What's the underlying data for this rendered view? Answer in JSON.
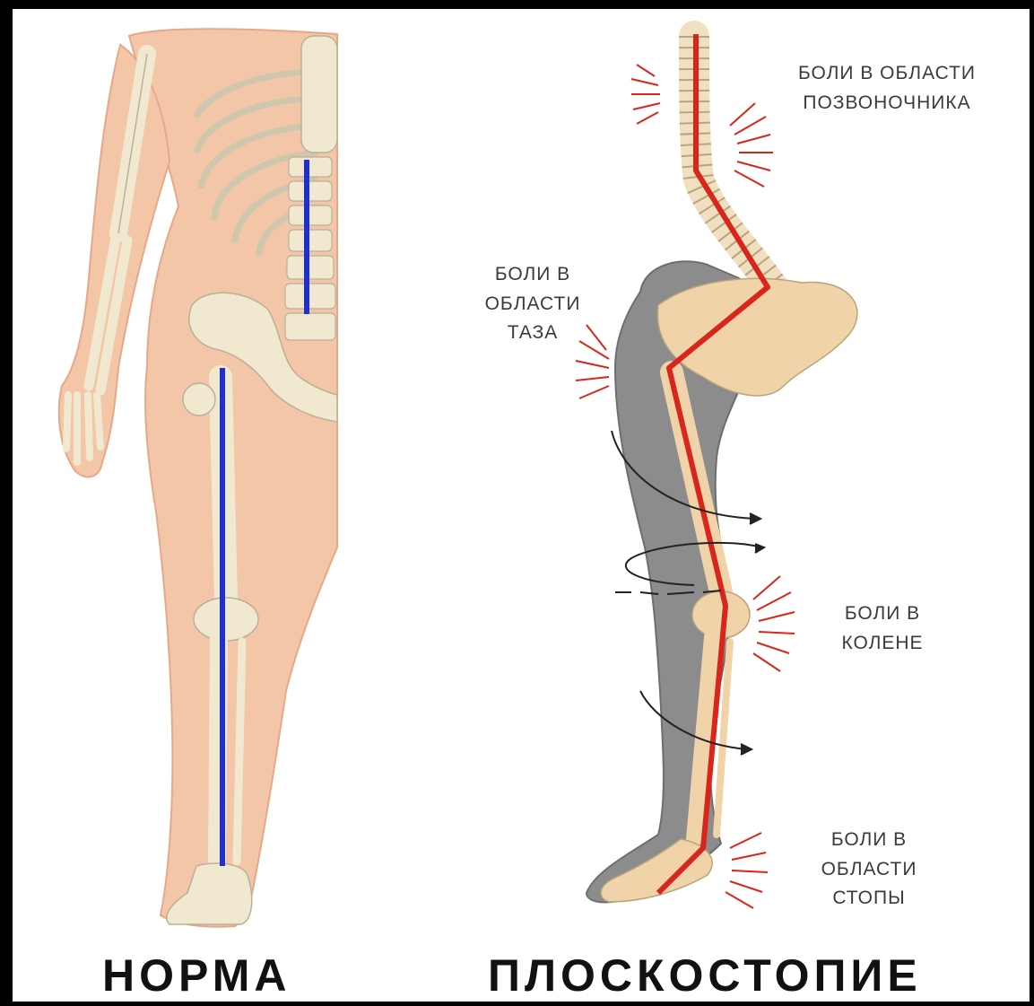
{
  "labels": {
    "spine": [
      "БОЛИ В ОБЛАСТИ",
      "ПОЗВОНОЧНИКА"
    ],
    "pelvis": [
      "БОЛИ В",
      "ОБЛАСТИ",
      "ТАЗА"
    ],
    "knee": [
      "БОЛИ В",
      "КОЛЕНЕ"
    ],
    "foot": [
      "БОЛИ В",
      "ОБЛАСТИ",
      "СТОПЫ"
    ]
  },
  "captions": {
    "normal": "НОРМА",
    "flatfoot": "ПЛОСКОСТОПИЕ"
  },
  "colors": {
    "normal_axis": "#1f2fd6",
    "flatfoot_axis": "#d8261c",
    "pain_rays": "#d8261c",
    "skin": "#f4c6a8",
    "bone": "#f1e9cf",
    "leg_shadow": "#8c8c8c"
  }
}
